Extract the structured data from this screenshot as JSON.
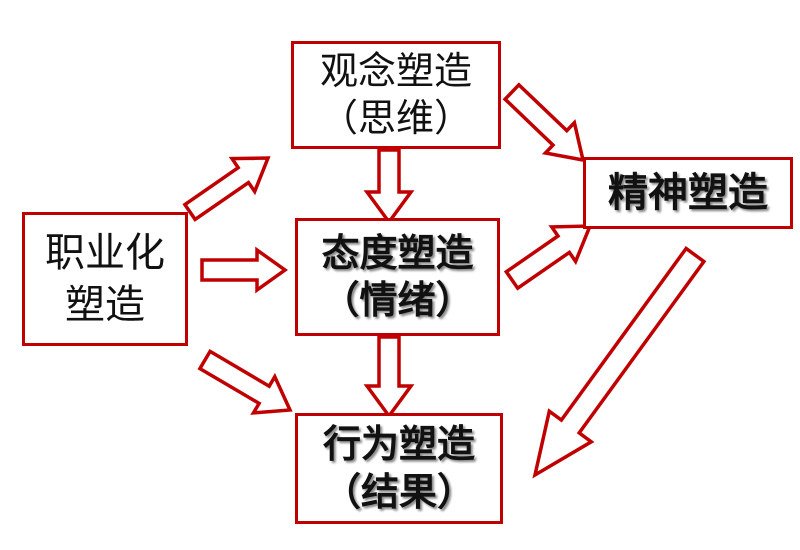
{
  "colors": {
    "accent": "#c00000",
    "text": "#111111",
    "background": "#ffffff"
  },
  "nodes": {
    "professional": {
      "lines": [
        "职业化",
        "塑造"
      ]
    },
    "concept": {
      "lines": [
        "观念塑造",
        "（思维）"
      ]
    },
    "attitude": {
      "lines": [
        "态度塑造",
        "（情绪）"
      ]
    },
    "behavior": {
      "lines": [
        "行为塑造",
        "（结果）"
      ]
    },
    "spirit": {
      "lines": [
        "精神塑造"
      ]
    }
  },
  "edges": [
    {
      "from": "professional",
      "to": "concept"
    },
    {
      "from": "professional",
      "to": "attitude"
    },
    {
      "from": "professional",
      "to": "behavior"
    },
    {
      "from": "concept",
      "to": "attitude"
    },
    {
      "from": "attitude",
      "to": "behavior"
    },
    {
      "from": "concept",
      "to": "spirit"
    },
    {
      "from": "attitude",
      "to": "spirit"
    },
    {
      "from": "spirit",
      "to": "behavior"
    }
  ]
}
